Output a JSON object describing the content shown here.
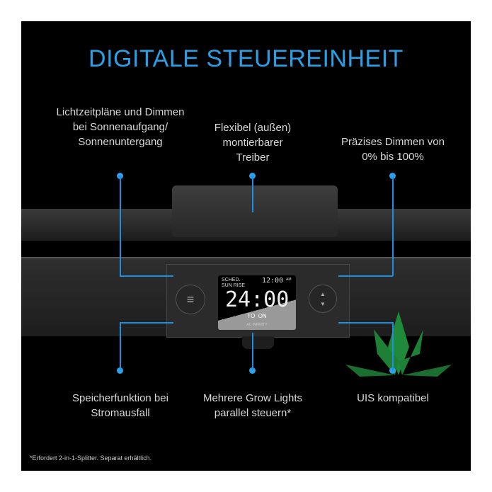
{
  "title": "DIGITALE STEUEREINHEIT",
  "features": {
    "top_left": "Lichtzeitpläne und Dimmen bei Sonnenaufgang/ Sonnenuntergang",
    "top_center": "Flexibel (außen) montierbarer Treiber",
    "top_right": "Präzises Dimmen von 0% bis 100%",
    "bottom_left": "Speicherfunktion bei Stromausfall",
    "bottom_center": "Mehrere Grow Lights parallel steuern*",
    "bottom_right": "UIS kompatibel"
  },
  "display": {
    "mode_line1": "SCHED.",
    "mode_line2": "SUN RISE",
    "clock": "12:00",
    "ampm": "AM",
    "main": "24:00",
    "sub": "TO  ON",
    "brand": "AC INFINITY"
  },
  "footnote": "*Erfordert 2-in-1-Splitter. Separat erhältlich.",
  "colors": {
    "accent": "#2b9fe6",
    "plant": "#1f8a3a"
  }
}
